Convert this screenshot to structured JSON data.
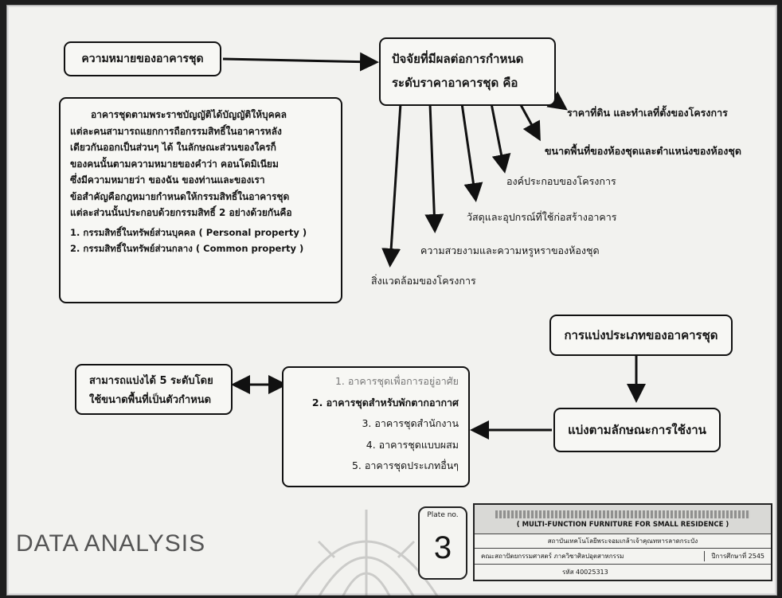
{
  "diagram": {
    "meaning_box": "ความหมายของอาคารชุด",
    "factors_box": {
      "line1": "ปัจจัยที่มีผลต่อการกำหนด",
      "line2": "ระดับราคาอาคารชุด คือ"
    },
    "meaning_paragraph": [
      "อาคารชุดตามพระราชบัญญัติได้บัญญัติให้บุคคล",
      "แต่ละคนสามารถแยกการถือกรรมสิทธิ์ในอาคารหลัง",
      "เดียวกันออกเป็นส่วนๆ ได้ ในลักษณะส่วนของใครก็",
      "ของคนนั้นตามความหมายของคำว่า คอนโดมิเนียม",
      "ซึ่งมีความหมายว่า ของฉัน ของท่านและของเรา",
      "ข้อสำคัญคือกฎหมายกำหนดให้กรรมสิทธิ์ในอาคารชุด",
      "แต่ละส่วนนั้นประกอบด้วยกรรมสิทธิ์ 2 อย่างด้วยกันคือ",
      "1. กรรมสิทธิ์ในทรัพย์ส่วนบุคคล ( Personal property )",
      "2. กรรมสิทธิ์ในทรัพย์ส่วนกลาง ( Common property )"
    ],
    "factors": [
      "ราคาที่ดิน และทำเลที่ตั้งของโครงการ",
      "ขนาดพื้นที่ของห้องชุดและตำแหน่งของห้องชุด",
      "องค์ประกอบของโครงการ",
      "วัสดุและอุปกรณ์ที่ใช้ก่อสร้างอาคาร",
      "ความสวยงามและความหรูหราของห้องชุด",
      "สิ่งแวดล้อมของโครงการ"
    ],
    "classify_box": "การแบ่งประเภทของอาคารชุด",
    "usage_box": "แบ่งตามลักษณะการใช้งาน",
    "levels_box": {
      "line1": "สามารถแบ่งได้ 5 ระดับโดย",
      "line2": "ใช้ขนาดพื้นที่เป็นตัวกำหนด"
    },
    "types": [
      "1. อาคารชุดเพื่อการอยู่อาศัย",
      "2. อาคารชุดสำหรับพักตากอากาศ",
      "3. อาคารชุดสำนักงาน",
      "4. อาคารชุดแบบผสม",
      "5. อาคารชุดประเภทอื่นๆ"
    ]
  },
  "footer": {
    "section_title": "DATA ANALYSIS",
    "plate_label": "Plate no.",
    "plate_number": "3",
    "titleblock": {
      "english": "( MULTI-FUNCTION FURNITURE FOR SMALL RESIDENCE )",
      "institute": "สถาบันเทคโนโลยีพระจอมเกล้าเจ้าคุณทหารลาดกระบัง",
      "faculty": "คณะสถาปัตยกรรมศาสตร์ ภาควิชาศิลปอุตสาหกรรม",
      "year": "ปีการศึกษาที่ 2545",
      "student_id": "รหัส 40025313"
    }
  }
}
